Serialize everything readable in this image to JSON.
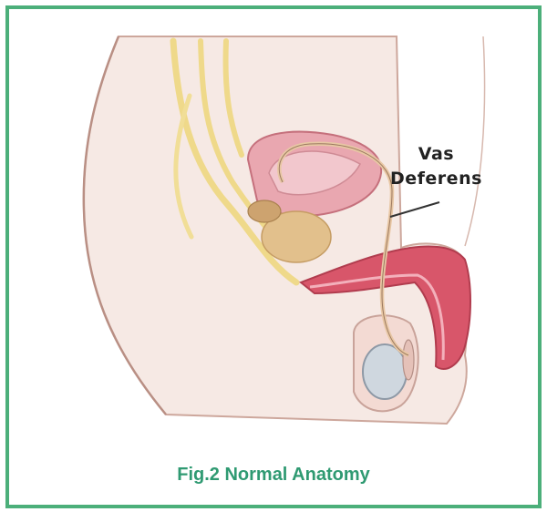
{
  "figure": {
    "label_line1": "Vas",
    "label_line2": "Deferens",
    "caption": "Fig.2 Normal Anatomy"
  },
  "colors": {
    "frame": "#4caf7a",
    "caption": "#2f9a72",
    "skin": "#f6e9e4",
    "nerve": "#efd98a",
    "bladder": "#e9a7b0",
    "prostate": "#e2c08c",
    "penis": "#d8566a",
    "testis": "#cfd7df"
  }
}
